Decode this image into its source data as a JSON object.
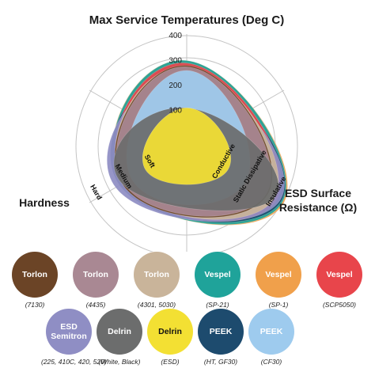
{
  "chart_data": {
    "type": "radar",
    "axes": [
      {
        "title": "Max Service Temperatures (Deg C)",
        "ticks": [
          "100",
          "200",
          "300",
          "400"
        ],
        "range": [
          0,
          400
        ]
      },
      {
        "title": "ESD Surface Resistance (Ω)",
        "levels": [
          "Conductive",
          "Static Dissipative",
          "Insulative"
        ]
      },
      {
        "title": "Hardness",
        "levels": [
          "Soft",
          "Medium",
          "Hard"
        ]
      }
    ],
    "series": [
      {
        "name": "Torlon",
        "grade": "(7130)",
        "color": "#6b4426",
        "temp": 280,
        "esd": 2.75,
        "hardness": 2.1
      },
      {
        "name": "Torlon",
        "grade": "(4435)",
        "color": "#a98893",
        "temp": 275,
        "esd": 2.7,
        "hardness": 2.05
      },
      {
        "name": "Torlon",
        "grade": "(4301, 5030)",
        "color": "#c9b49a",
        "temp": 275,
        "esd": 3.0,
        "hardness": 2.05
      },
      {
        "name": "Vespel",
        "grade": "(SP-21)",
        "color": "#1fa39a",
        "temp": 300,
        "esd": 3.3,
        "hardness": 2.1
      },
      {
        "name": "Vespel",
        "grade": "(SP-1)",
        "color": "#f0a04b",
        "temp": 300,
        "esd": 3.35,
        "hardness": 2.1
      },
      {
        "name": "Vespel",
        "grade": "(SCP5050)",
        "color": "#e8454b",
        "temp": 290,
        "esd": 3.1,
        "hardness": 2.05
      },
      {
        "name": "ESD Semitron",
        "grade": "(225, 410C, 420, 520)",
        "color": "#8f8ec4",
        "temp": 230,
        "esd": 3.2,
        "hardness": 2.35
      },
      {
        "name": "Delrin",
        "grade": "(White, Black)",
        "color": "#6c6d6d",
        "temp": 110,
        "esd": 3.0,
        "hardness": 2.1
      },
      {
        "name": "Delrin",
        "grade": "(ESD)",
        "color": "#f3e033",
        "temp": 110,
        "esd": 1.2,
        "hardness": 1.2
      },
      {
        "name": "PEEK",
        "grade": "(HT, GF30)",
        "color": "#1d4b6e",
        "temp": 260,
        "esd": 3.25,
        "hardness": 2.2
      },
      {
        "name": "PEEK",
        "grade": "(CF30)",
        "color": "#9ecbee",
        "temp": 260,
        "esd": 1.9,
        "hardness": 1.75
      }
    ]
  },
  "legend_rows": [
    [
      0,
      1,
      2,
      3,
      4,
      5
    ],
    [
      6,
      7,
      8,
      9,
      10
    ]
  ]
}
